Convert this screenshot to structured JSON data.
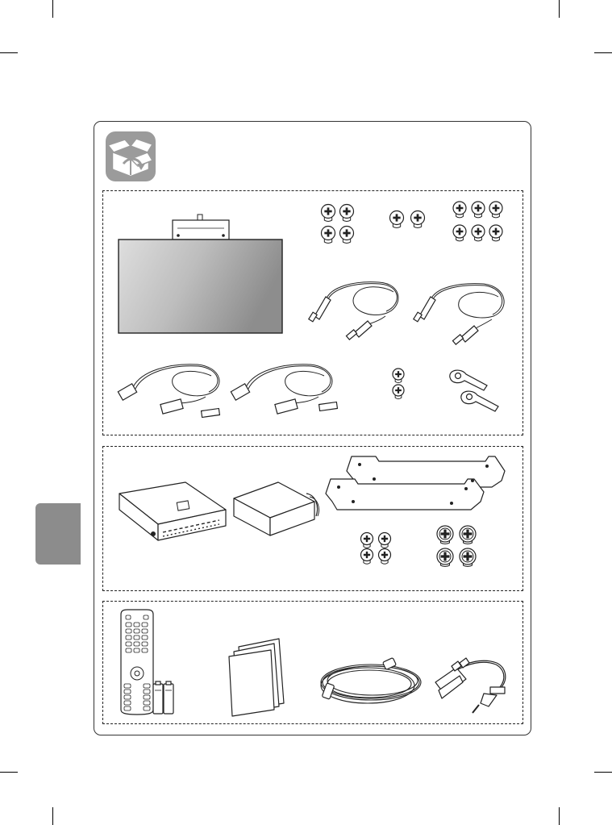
{
  "page": {
    "background": "#ffffff",
    "side_tab_color": "#8c8c8c",
    "icon_badge_color": "#9b9b9b"
  },
  "icons": {
    "package_contents": "open-box-icon"
  },
  "groups": [
    {
      "id": "group-1",
      "items": [
        "monitor-with-bracket",
        "screws-4",
        "screws-2",
        "screws-6",
        "hdmi-cable",
        "hdmi-cable",
        "ribbon-cable-with-connectors",
        "ribbon-cable-with-connectors",
        "screws-2-small",
        "cable-holders"
      ]
    },
    {
      "id": "group-2",
      "items": [
        "media-box",
        "cover",
        "brackets",
        "screws-4-small",
        "screws-4-large"
      ]
    },
    {
      "id": "group-3",
      "items": [
        "remote-control-with-batteries",
        "manuals",
        "power-cord",
        "rs232c-gender"
      ]
    }
  ]
}
